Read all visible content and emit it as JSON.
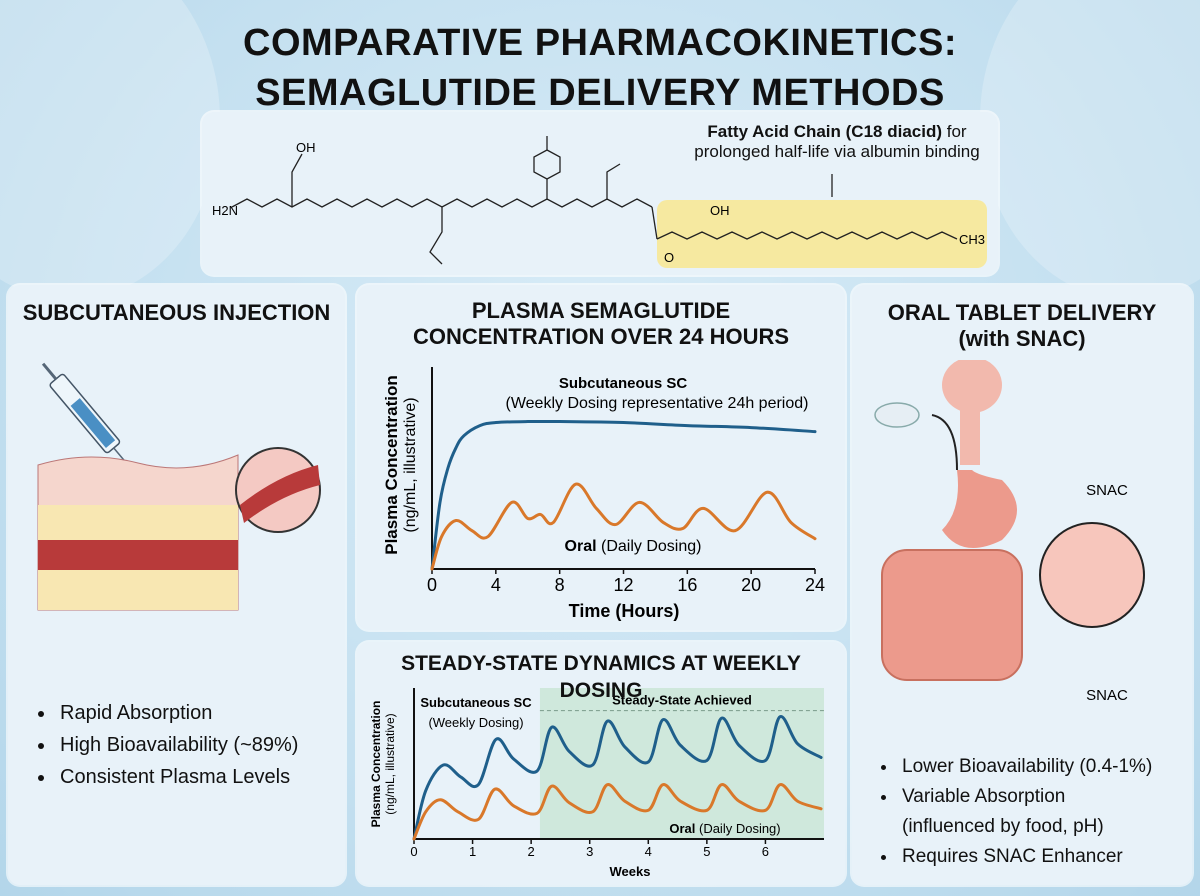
{
  "header": {
    "title_line1": "COMPARATIVE PHARMACOKINETICS:",
    "title_line2": "SEMAGLUTIDE DELIVERY METHODS"
  },
  "molecule": {
    "annotation_bold": "Fatty Acid Chain (C18 diacid)",
    "annotation_rest": " for",
    "annotation_line2": "prolonged half-life via albumin binding",
    "atom_labels": {
      "amine": "H2N",
      "hydroxyl": "OH",
      "acid_oh": "OH",
      "methyl": "CH3",
      "ester_o": "O"
    },
    "highlight_color": "#f6e9a0"
  },
  "left_panel": {
    "title": "SUBCUTANEOUS INJECTION",
    "bullets": [
      "Rapid Absorption",
      "High Bioavailability (~89%)",
      "Consistent Plasma Levels"
    ]
  },
  "right_panel": {
    "title_line1": "ORAL TABLET DELIVERY",
    "title_line2": "(with SNAC)",
    "snac_label_top": "SNAC",
    "snac_label_bottom": "SNAC",
    "bullets": [
      "Lower Bioavailability (0.4-1%)",
      "Variable Absorption",
      "(influenced by food, pH)",
      "Requires SNAC Enhancer"
    ]
  },
  "chart_data": [
    {
      "type": "line",
      "title_line1": "PLASMA SEMAGLUTIDE",
      "title_line2": "CONCENTRATION OVER 24 HOURS",
      "xlabel": "Time (Hours)",
      "ylabel": "Plasma Concentration",
      "ylabel_sub": "(ng/mL, illustrative)",
      "xlim": [
        0,
        24
      ],
      "ylim": [
        0,
        100
      ],
      "xticks": [
        0,
        4,
        8,
        12,
        16,
        20,
        24
      ],
      "grid": false,
      "series": [
        {
          "name": "Subcutaneous SC",
          "name_sub": "(Weekly Dosing representative 24h period)",
          "color": "#1f5f8b",
          "x": [
            0,
            0.5,
            1,
            1.5,
            2,
            3,
            4,
            6,
            8,
            12,
            16,
            20,
            24
          ],
          "y": [
            0,
            33,
            50,
            60,
            66,
            71,
            72.5,
            73,
            73,
            72.5,
            71,
            70,
            68
          ]
        },
        {
          "name": "Oral",
          "name_sub": "(Daily Dosing)",
          "color": "#d9782a",
          "x": [
            0,
            0.6,
            1.5,
            2.5,
            3.5,
            5,
            6,
            6.8,
            7.6,
            9,
            10.3,
            11.5,
            13,
            14.5,
            15.7,
            17,
            19,
            21,
            22.5,
            24
          ],
          "y": [
            0,
            16,
            24,
            19,
            16,
            33,
            25,
            27,
            23,
            42,
            30,
            22,
            33,
            23,
            20,
            30,
            19,
            38,
            23,
            15
          ]
        }
      ]
    },
    {
      "type": "line",
      "title": "STEADY-STATE DYNAMICS AT WEEKLY DOSING",
      "xlabel": "Weeks",
      "ylabel": "Plasma Concentration",
      "ylabel_sub": "(ng/mL, illustrative)",
      "xlim": [
        0,
        7
      ],
      "ylim": [
        0,
        100
      ],
      "xticks": [
        0,
        1,
        2,
        3,
        4,
        5,
        6
      ],
      "grid": false,
      "annotation": "Steady-State Achieved",
      "steady_state_region": [
        2.15,
        7
      ],
      "steady_state_level": 85,
      "region_color": "#cfe8dc",
      "series": [
        {
          "name": "Subcutaneous SC",
          "name_sub": "(Weekly Dosing)",
          "color": "#1f5f8b",
          "x": [
            0,
            0.2,
            0.5,
            0.8,
            1.1,
            1.4,
            1.7,
            2.1,
            2.35,
            2.65,
            3.05,
            3.3,
            3.6,
            4.0,
            4.25,
            4.55,
            5.0,
            5.25,
            5.55,
            6.0,
            6.25,
            6.55,
            6.95
          ],
          "y": [
            0,
            32,
            49,
            41,
            36,
            66,
            53,
            45,
            74,
            58,
            49,
            78,
            61,
            51,
            79,
            62,
            52,
            80,
            62,
            52,
            81,
            63,
            54
          ]
        },
        {
          "name": "Oral",
          "name_sub": "(Daily Dosing)",
          "color": "#d9782a",
          "x": [
            0,
            0.2,
            0.45,
            0.75,
            1.1,
            1.38,
            1.7,
            2.1,
            2.35,
            2.65,
            3.05,
            3.3,
            3.6,
            4.0,
            4.25,
            4.55,
            5.0,
            5.25,
            5.55,
            6.0,
            6.25,
            6.55,
            6.95
          ],
          "y": [
            0,
            18,
            26,
            18,
            13,
            33,
            22,
            17,
            35,
            24,
            18,
            36,
            25,
            19,
            36,
            25,
            19,
            36,
            25,
            19,
            36,
            25,
            20
          ]
        }
      ]
    }
  ]
}
